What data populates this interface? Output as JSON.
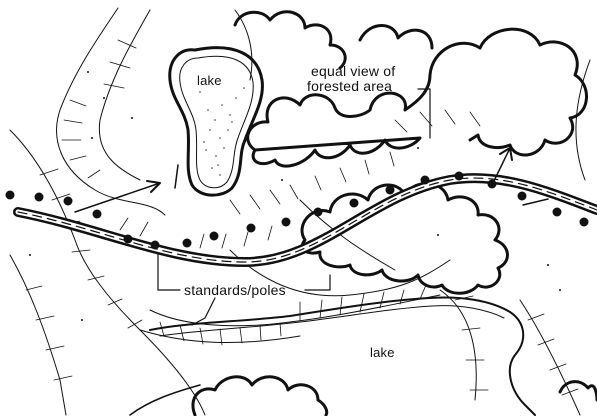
{
  "labels": {
    "lake_top": "lake",
    "view_line1": "equal view of",
    "view_line2": "forested area",
    "poles": "standards/poles",
    "lake_bottom": "lake"
  },
  "colors": {
    "ink": "#111111",
    "paper": "#ffffff"
  }
}
